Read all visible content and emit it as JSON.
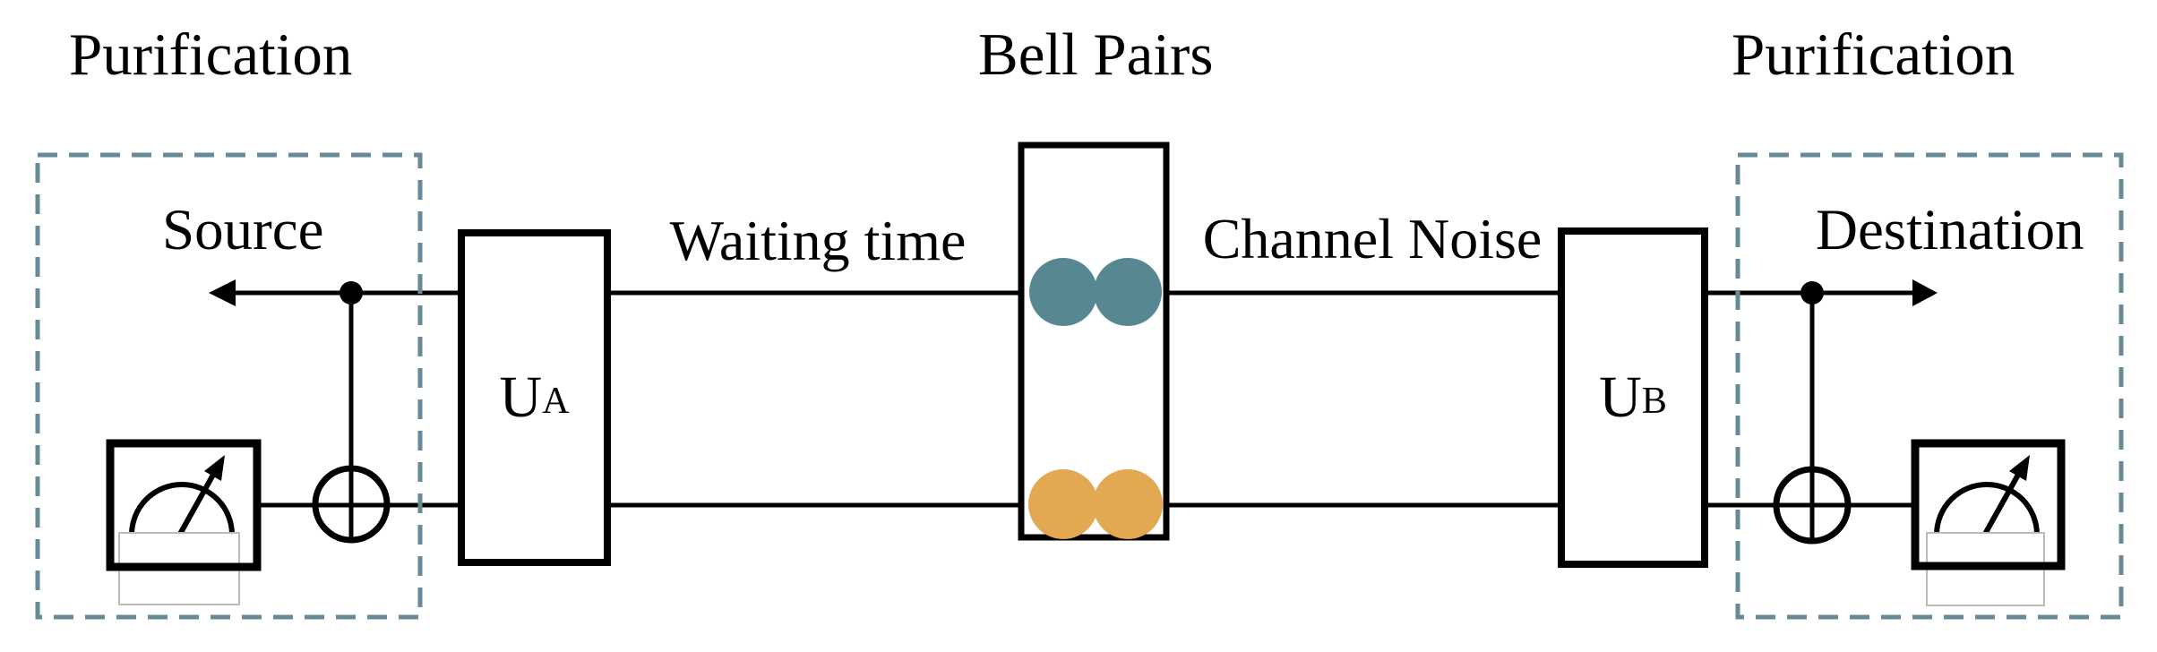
{
  "diagram": {
    "left_purification": {
      "title": "Purification",
      "node": "Source"
    },
    "bell_pairs": {
      "title": "Bell Pairs"
    },
    "right_purification": {
      "title": "Purification",
      "node": "Destination"
    },
    "wires": {
      "top_left_label": "Waiting time",
      "top_right_label": "Channel Noise"
    },
    "gates": {
      "ua": {
        "base": "U",
        "sub": "A"
      },
      "ub": {
        "base": "U",
        "sub": "B"
      }
    },
    "icons": {
      "meter": "gauge-icon",
      "cnot_target": "xor-target-icon",
      "control": "control-dot-icon",
      "arrow_left": "arrow-left-icon",
      "arrow_right": "arrow-right-icon"
    },
    "colors": {
      "bell_pair_top": "#578791",
      "bell_pair_bottom": "#E3A852",
      "dashed_box": "#678B96",
      "line": "#000000",
      "meter_tray_border": "#BBBBBB"
    }
  }
}
